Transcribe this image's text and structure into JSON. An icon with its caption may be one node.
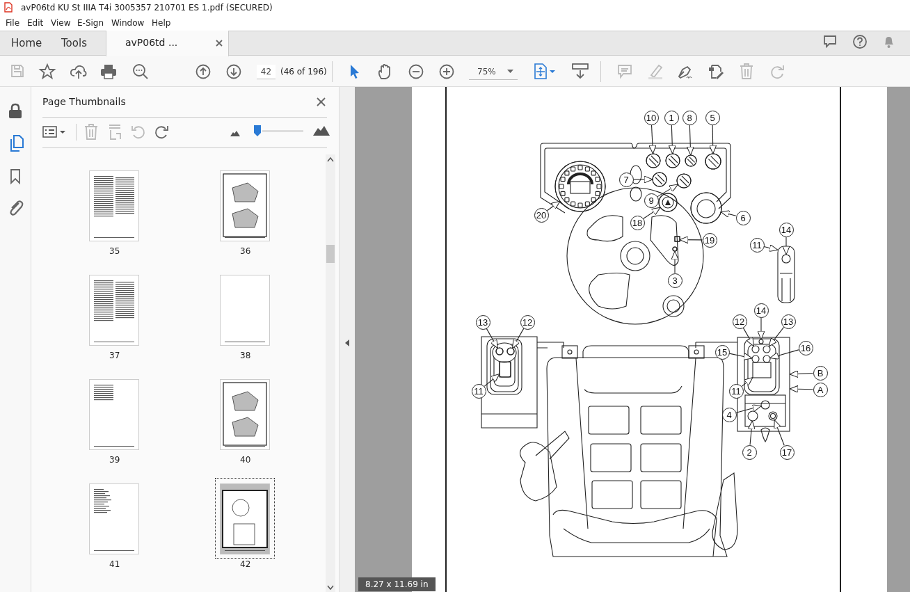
{
  "diagram": {
    "nodes": [
      {
        "text": [
          "10"
        ]
      },
      {
        "text": [
          "1"
        ]
      },
      {
        "text": [
          "8"
        ]
      },
      {
        "text": [
          "5"
        ]
      },
      {
        "text": [
          "7"
        ]
      },
      {
        "text": [
          "9"
        ]
      },
      {
        "text": [
          "20"
        ]
      },
      {
        "text": [
          "18"
        ]
      },
      {
        "text": [
          "6"
        ]
      },
      {
        "text": [
          "14"
        ]
      },
      {
        "text": [
          "19"
        ]
      },
      {
        "text": [
          "11"
        ]
      },
      {
        "text": [
          "3"
        ]
      },
      {
        "text": [
          "14"
        ]
      },
      {
        "text": [
          "13"
        ]
      },
      {
        "text": [
          "12"
        ]
      },
      {
        "text": [
          "12"
        ]
      },
      {
        "text": [
          "13"
        ]
      },
      {
        "text": [
          "15"
        ]
      },
      {
        "text": [
          "16"
        ]
      },
      {
        "text": [
          "B"
        ]
      },
      {
        "text": [
          "11"
        ]
      },
      {
        "text": [
          "11"
        ]
      },
      {
        "text": [
          "A"
        ]
      },
      {
        "text": [
          "4"
        ]
      },
      {
        "text": [
          "2"
        ]
      },
      {
        "text": [
          "17"
        ]
      },
      {
        "text": [],
        "shape": "circle"
      },
      {
        "text": [],
        "shape": "circle"
      },
      {
        "text": [],
        "shape": "circle"
      },
      {
        "text": [],
        "shape": "circle"
      },
      {
        "text": [],
        "shape": "circle"
      },
      {
        "text": [],
        "shape": "circle"
      },
      {
        "text": [],
        "shape": "circle"
      },
      {
        "text": [],
        "shape": "circle"
      },
      {
        "text": [],
        "shape": "circle"
      },
      {
        "text": [],
        "shape": "box"
      },
      {
        "text": [],
        "shape": "circle",
        "in": 36
      },
      {
        "text": [],
        "shape": "box"
      },
      {
        "text": [],
        "shape": "circle"
      },
      {
        "text": [],
        "shape": "circle"
      },
      {
        "text": [],
        "shape": "circle"
      },
      {
        "text": [],
        "shape": "box"
      },
      {
        "text": [],
        "shape": "box"
      },
      {
        "text": [],
        "shape": "circle",
        "in": 43
      },
      {
        "text": [],
        "shape": "circle",
        "in": 43
      },
      {
        "text": [],
        "shape": "circle",
        "in": 43
      },
      {
        "text": [],
        "shape": "circle",
        "in": 43
      },
      {
        "text": [],
        "shape": "circle",
        "in": 43
      },
      {
        "text": [],
        "shape": "box",
        "in": 43
      },
      {
        "text": [],
        "shape": "circle",
        "in": 43
      },
      {
        "text": [],
        "shape": "circle",
        "in": 43
      },
      {
        "text": [],
        "shape": "circle",
        "in": 43
      }
    ],
    "edges": [
      {
        "from": 0,
        "to": 27,
        "arrow": "to"
      },
      {
        "from": 1,
        "to": 28,
        "arrow": "to"
      },
      {
        "from": 2,
        "to": 29,
        "arrow": "to"
      },
      {
        "from": 3,
        "to": 30,
        "arrow": "to"
      },
      {
        "from": 4,
        "to": 31,
        "arrow": "to"
      },
      {
        "from": 5,
        "to": 32,
        "arrow": "to"
      },
      {
        "from": 6,
        "to": 33,
        "arrow": "to"
      },
      {
        "from": 7,
        "to": 34,
        "arrow": "to"
      },
      {
        "from": 8,
        "to": 35,
        "arrow": "to"
      },
      {
        "from": 9,
        "to": 37,
        "arrow": "to"
      },
      {
        "from": 10,
        "to": 38,
        "arrow": "to"
      },
      {
        "from": 11,
        "to": 36,
        "arrow": "to"
      },
      {
        "from": 12,
        "to": 39,
        "arrow": "to"
      },
      {
        "from": 13,
        "to": 44,
        "arrow": "to"
      },
      {
        "from": 14,
        "to": 40,
        "arrow": "to"
      },
      {
        "from": 15,
        "to": 41,
        "arrow": "to"
      },
      {
        "from": 16,
        "to": 45,
        "arrow": "to"
      },
      {
        "from": 17,
        "to": 46,
        "arrow": "to"
      },
      {
        "from": 18,
        "to": 47,
        "arrow": "to"
      },
      {
        "from": 19,
        "to": 48,
        "arrow": "to"
      },
      {
        "from": 20,
        "to": 43,
        "arrow": "to"
      },
      {
        "from": 21,
        "to": 42,
        "arrow": "to"
      },
      {
        "from": 22,
        "to": 49,
        "arrow": "to"
      },
      {
        "from": 23,
        "to": 43,
        "arrow": "to"
      },
      {
        "from": 24,
        "to": 50,
        "arrow": "to"
      },
      {
        "from": 25,
        "to": 51,
        "arrow": "to"
      },
      {
        "from": 26,
        "to": 52,
        "arrow": "to"
      }
    ],
    "labels": [
      "avP06td KU St IIIA T4i 3005357 210701 ES 1.pdf (SECURED)",
      "File",
      "Edit",
      "View",
      "E-Sign",
      "Window",
      "Help",
      "Home",
      "Tools",
      "avP06td ...",
      "42",
      "(46 of 196)",
      "75%",
      "Page Thumbnails",
      "35",
      "36",
      "37",
      "38",
      "39",
      "40",
      "41",
      "42",
      "8.27 x 11.69 in"
    ]
  }
}
